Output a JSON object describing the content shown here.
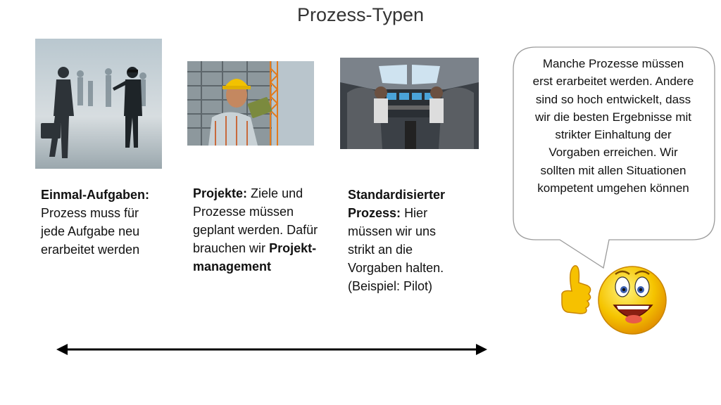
{
  "slide": {
    "title": "Prozess-Typen"
  },
  "columns": [
    {
      "heading": "Einmal-Aufgaben:",
      "text": "Prozess muss für jede Aufgabe neu erarbeitet werden",
      "image": "blindfolded-businessman-photo"
    },
    {
      "heading": "Projekte:",
      "text_part1": "Ziele und Prozesse müssen geplant werden. Dafür brauchen wir",
      "text_bold": "Projekt-management",
      "image": "construction-worker-tablet-photo"
    },
    {
      "heading": "Standardisierter Prozess:",
      "text": "Hier müssen wir uns strikt an die Vorgaben halten. (Beispiel: Pilot)",
      "image": "airplane-cockpit-pilots-photo"
    }
  ],
  "speech_bubble": {
    "text": "Manche Prozesse müssen erst erarbeitet werden. Andere sind so hoch entwickelt, dass wir die besten Ergebnisse mit strikter Einhaltung der Vorgaben erreichen. Wir sollten mit allen Situationen kompetent umgehen können"
  },
  "decor": {
    "smiley_icon": "thumbs-up-smiley-icon",
    "arrow": "double-headed-arrow"
  },
  "colors": {
    "title": "#333333",
    "smiley_face": "#f5c400",
    "arrow": "#000000"
  }
}
